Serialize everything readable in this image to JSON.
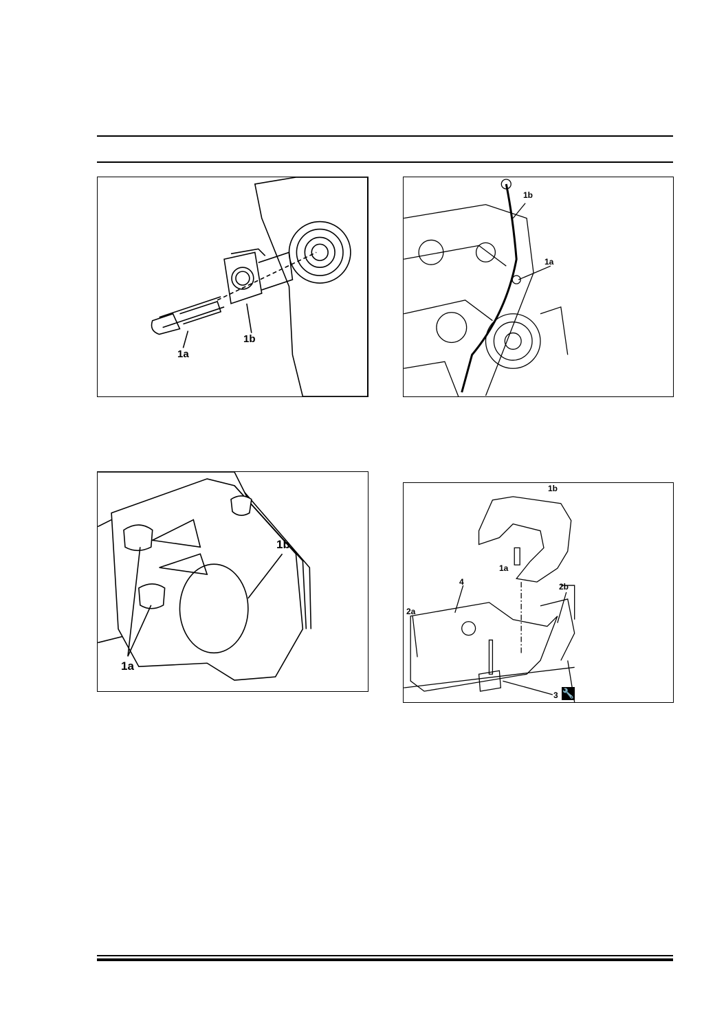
{
  "figures": [
    {
      "id": "fig1",
      "labels": [
        "1a",
        "1b"
      ]
    },
    {
      "id": "fig2",
      "labels": [
        "1b",
        "1a"
      ]
    },
    {
      "id": "fig3",
      "labels": [
        "1b",
        "1a"
      ]
    },
    {
      "id": "fig4",
      "labels": [
        "1b",
        "1a",
        "4",
        "2a",
        "2b",
        "3"
      ],
      "icon": "wrench-icon"
    }
  ]
}
